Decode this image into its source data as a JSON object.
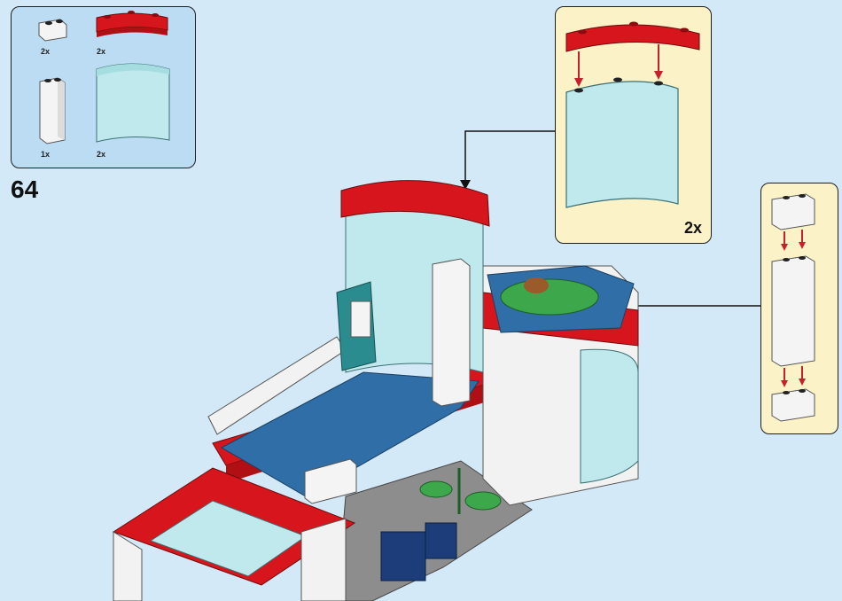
{
  "step_number": "64",
  "parts_list": {
    "items": [
      {
        "name": "white-brick-1x2",
        "qty": "2x"
      },
      {
        "name": "red-curved-brick",
        "qty": "2x"
      },
      {
        "name": "white-brick-1x2x3",
        "qty": "1x"
      },
      {
        "name": "trans-clear-curved-panel",
        "qty": "2x"
      }
    ]
  },
  "callouts": [
    {
      "name": "curved-glass-subassembly",
      "multiplier": "2x"
    },
    {
      "name": "white-pillar-subassembly",
      "multiplier": ""
    }
  ],
  "colors": {
    "background": "#d3e9f7",
    "parts_panel": "#bcdcf4",
    "callout_panel": "#fbf2c8",
    "brick_red": "#d6161c",
    "plate_blue": "#2f6ea6",
    "glass": "#bfe9ec",
    "arrow": "#c8202a"
  }
}
